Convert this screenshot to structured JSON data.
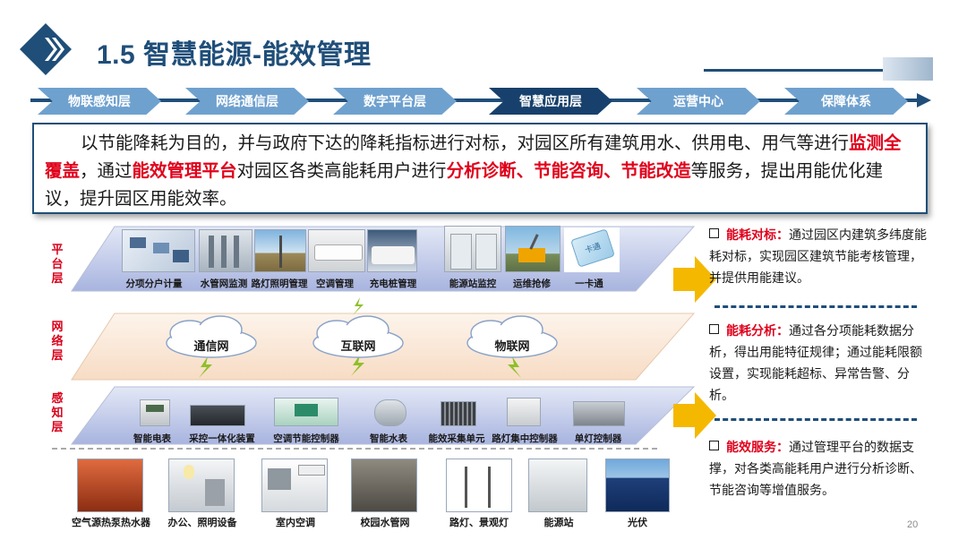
{
  "header": {
    "title": "1.5 智慧能源-能效管理",
    "colors": {
      "primary": "#1f4e79",
      "highlight": "#e0001b",
      "arrow": "#f5b800"
    }
  },
  "nav": {
    "items": [
      {
        "label": "物联感知层"
      },
      {
        "label": "网络通信层"
      },
      {
        "label": "数字平台层"
      },
      {
        "label": "智慧应用层",
        "active": true
      },
      {
        "label": "运营中心"
      },
      {
        "label": "保障体系"
      }
    ]
  },
  "intro": {
    "p1": "以节能降耗为目的，并与政府下达的降耗指标进行对标，对园区所有建筑用水、供用电、用气等进行",
    "h1": "监测全覆盖",
    "p2": "，通过",
    "h2": "能效管理平台",
    "p3": "对园区各类高能耗用户进行",
    "h3": "分析诊断、节能咨询、节能改造",
    "p4": "等服务，提出用能优化建议，提升园区用能效率。"
  },
  "layers": {
    "platform": {
      "label": "平台层",
      "items": [
        "分项分户计量",
        "水管网监测",
        "路灯照明管理",
        "空调管理",
        "充电桩管理",
        "能源站监控",
        "运维抢修",
        "一卡通"
      ]
    },
    "network": {
      "label": "网络层",
      "items": [
        "通信网",
        "互联网",
        "物联网"
      ]
    },
    "sensing": {
      "label": "感知层",
      "items": [
        "智能电表",
        "采控一体化装置",
        "空调节能控制器",
        "智能水表",
        "能效采集单元",
        "路灯集中控制器",
        "单灯控制器"
      ]
    }
  },
  "card_tag": "卡通",
  "bottom_row": [
    "空气源热泵热水器",
    "办公、照明设备",
    "室内空调",
    "校园水管网",
    "路灯、景观灯",
    "能源站",
    "光伏"
  ],
  "right_panel": [
    {
      "title": "能耗对标：",
      "text": "通过园区内建筑多纬度能耗对标，实现园区建筑节能考核管理，并提供用能建议。"
    },
    {
      "title": "能耗分析：",
      "text": "通过各分项能耗数据分析，得出用能特征规律；通过能耗限额设置，实现能耗超标、异常告警、分析。"
    },
    {
      "title": "能效服务：",
      "text": "通过管理平台的数据支撑，对各类高能耗用户进行分析诊断、节能咨询等增值服务。"
    }
  ],
  "page_number": "20"
}
